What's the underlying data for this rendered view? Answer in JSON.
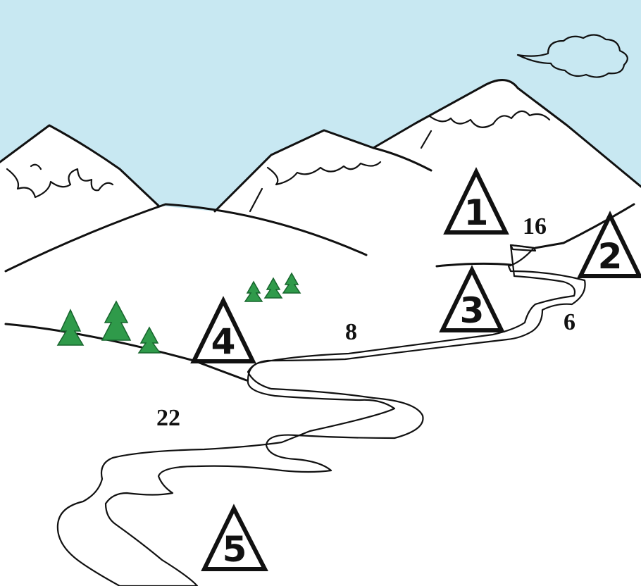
{
  "colors": {
    "sky": "#c8e8f2",
    "water": "#9fd5e4",
    "tree": "#2f9a4a",
    "tree_dark": "#17652d",
    "line": "#111111"
  },
  "markers": [
    {
      "id": "1",
      "label": "1"
    },
    {
      "id": "2",
      "label": "2"
    },
    {
      "id": "3",
      "label": "3"
    },
    {
      "id": "4",
      "label": "4"
    },
    {
      "id": "5",
      "label": "5"
    }
  ],
  "values": [
    {
      "id": "v16",
      "text": "16"
    },
    {
      "id": "v6",
      "text": "6"
    },
    {
      "id": "v8",
      "text": "8"
    },
    {
      "id": "v22",
      "text": "22"
    }
  ]
}
